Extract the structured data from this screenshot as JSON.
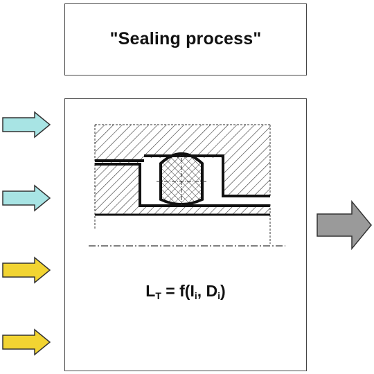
{
  "title": "\"Sealing process\"",
  "formula": {
    "lhs_main": "L",
    "lhs_sub": "T",
    "eq_open": " = f(I",
    "sub_i1": "i",
    "comma_d": ", D",
    "sub_i2": "i",
    "close": ")"
  },
  "colors": {
    "input_arrow_cyan": "#a8e4e4",
    "input_arrow_yellow": "#f2d432",
    "output_arrow_gray": "#9a9a9a",
    "stroke": "#333333"
  },
  "arrows": {
    "inputs": [
      {
        "name": "input-arrow-1",
        "color": "cyan"
      },
      {
        "name": "input-arrow-2",
        "color": "cyan"
      },
      {
        "name": "input-arrow-3",
        "color": "yellow"
      },
      {
        "name": "input-arrow-4",
        "color": "yellow"
      }
    ],
    "output": {
      "name": "output-arrow",
      "color": "gray"
    }
  }
}
